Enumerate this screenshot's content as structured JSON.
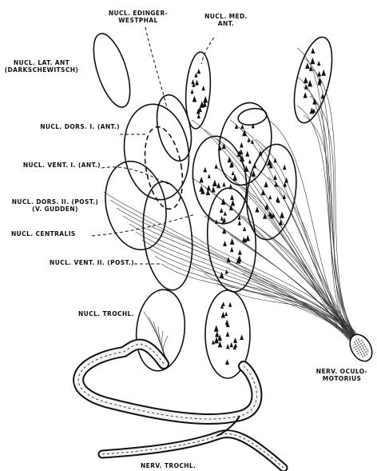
{
  "labels": {
    "nucl_edinger_westphal": "NUCL. EDINGER-\nWESTPHAL",
    "nucl_med_ant": "NUCL. MED.\nANT.",
    "nucl_lat_ant": "NUCL. LAT. ANT\n(DARKSCHEWITSCH)",
    "nucl_dors_i_ant": "NUCL. DORS. I. (ANT.)",
    "nucl_vent_i_ant": "NUCL. VENT. I. (ANT.)",
    "nucl_dors_ii_post": "NUCL. DORS. II. (POST.)\n(V. GUDDEN)",
    "nucl_centralis": "NUCL. CENTRALIS",
    "nucl_vent_ii_post": "NUCL. VENT. II. (POST.)",
    "nucl_trochl": "NUCL. TROCHL.",
    "nerv_oculomotorius": "NERV. OCULO-\nMOTORIUS",
    "nerv_trochl": "NERV. TROCHL."
  },
  "colors": {
    "ink": "#111111",
    "paper": "#ffffff"
  }
}
